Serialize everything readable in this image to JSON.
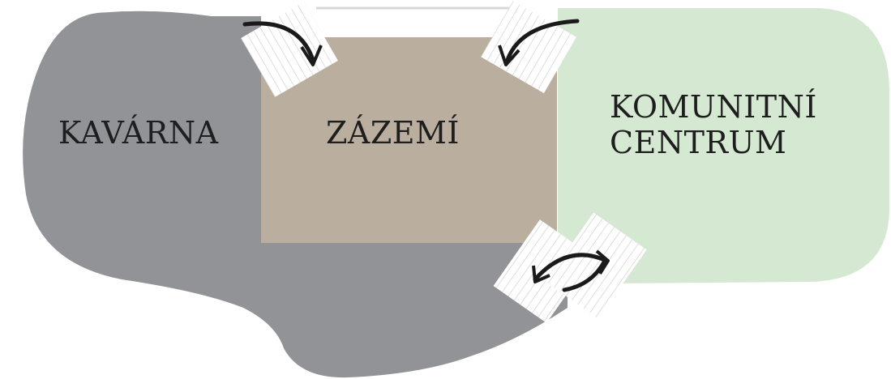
{
  "zones": {
    "cafe": {
      "label": "KAVÁRNA",
      "color": "#929397"
    },
    "backroom": {
      "label": "ZÁZEMÍ",
      "color": "#baae9e"
    },
    "community": {
      "label_line1": "KOMUNITNÍ",
      "label_line2": "CENTRUM",
      "color": "#d5e9d2"
    }
  },
  "connections": [
    {
      "from": "cafe",
      "to": "backroom",
      "direction": "one-way"
    },
    {
      "from": "community",
      "to": "backroom",
      "direction": "one-way"
    },
    {
      "from": "cafe",
      "to": "community",
      "direction": "two-way"
    }
  ],
  "colors": {
    "door_panel": "#ffffff",
    "door_lines": "#c8c8c8",
    "arrow": "#1a1a1a"
  }
}
